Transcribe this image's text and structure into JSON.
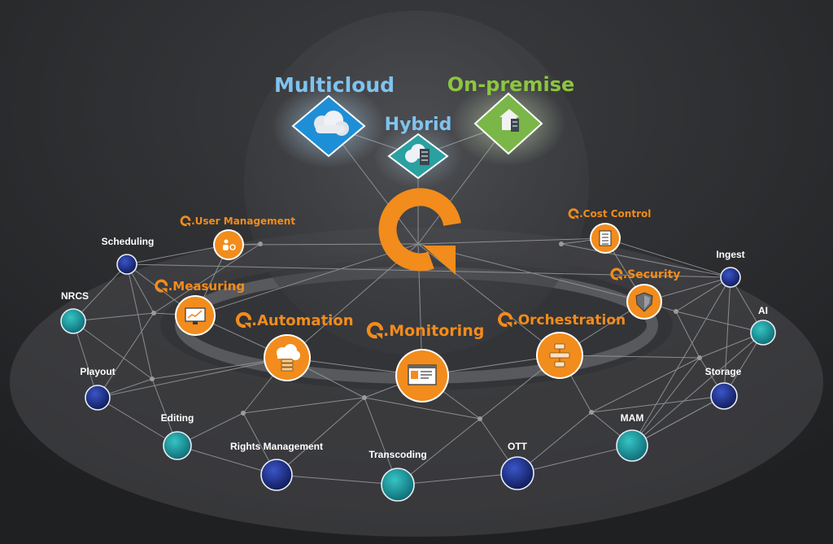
{
  "colors": {
    "orange": "#f28c1c",
    "blue_text": "#7fc3ef",
    "green_text": "#8cc63f",
    "teal_node": "#1a8f96",
    "blue_node": "#1b2a7a",
    "background": "#2b2c2e"
  },
  "deployment": {
    "multicloud": "Multicloud",
    "hybrid": "Hybrid",
    "onpremise": "On-premise",
    "multicloud_icon": "cloud-icon",
    "hybrid_icon": "cloud-server-icon",
    "onpremise_icon": "house-server-icon"
  },
  "modules": {
    "user_management": "User Management",
    "measuring": "Measuring",
    "automation": "Automation",
    "monitoring": "Monitoring",
    "orchestration": "Orchestration",
    "cost_control": "Cost Control",
    "security": "Security",
    "user_management_icon": "user-gear-icon",
    "measuring_icon": "chart-monitor-icon",
    "automation_icon": "cloud-database-icon",
    "monitoring_icon": "dashboard-icon",
    "orchestration_icon": "workflow-icon",
    "cost_control_icon": "document-icon",
    "security_icon": "shield-icon"
  },
  "services": {
    "scheduling": "Scheduling",
    "nrcs": "NRCS",
    "playout": "Playout",
    "editing": "Editing",
    "rights_management": "Rights Management",
    "transcoding": "Transcoding",
    "ott": "OTT",
    "mam": "MAM",
    "storage": "Storage",
    "ai": "AI",
    "ingest": "Ingest"
  }
}
